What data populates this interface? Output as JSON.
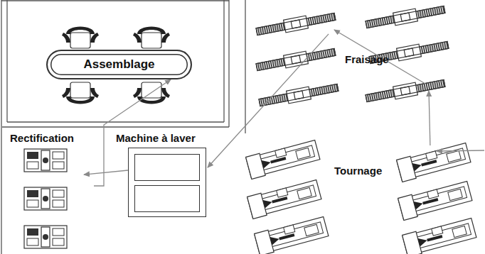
{
  "diagram": {
    "nodes": [
      {
        "text": [
          "Assemblage"
        ]
      },
      {
        "text": [
          "Fraisage"
        ]
      },
      {
        "text": [
          "Rectification"
        ]
      },
      {
        "text": [
          "Machine à laver"
        ]
      },
      {
        "text": [
          "Tournage"
        ]
      }
    ],
    "edges": [
      {
        "from": 4,
        "to": 1,
        "arrow": "to"
      },
      {
        "from": 1,
        "to": 3,
        "arrow": "to"
      },
      {
        "from": 3,
        "to": 2,
        "arrow": "to"
      },
      {
        "from": 2,
        "to": 0,
        "arrow": "to"
      }
    ]
  }
}
